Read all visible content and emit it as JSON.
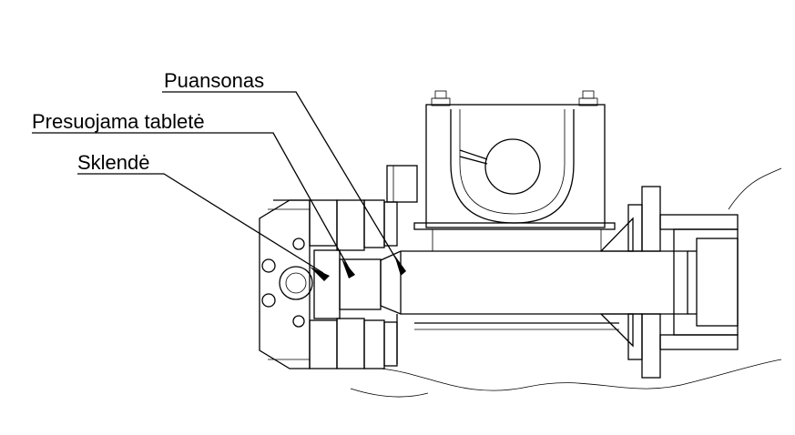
{
  "labels": {
    "punch": "Puansonas",
    "tablet": "Presuojama tabletė",
    "gate": "Sklendė"
  }
}
